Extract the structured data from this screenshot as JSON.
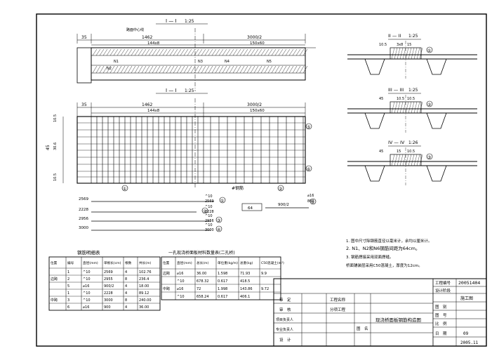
{
  "main_plan": {
    "section_label": "I — I",
    "scale": "1:25",
    "dim_left": "35",
    "dim_mid": "1462",
    "dim_144": "144x8",
    "dim_right": "3000/2",
    "dim_150": "150x60",
    "label_left_top": "路面中心线",
    "bar_n1": "N1",
    "bar_n2": "N2",
    "bar_n3": "N3",
    "bar_n4": "N4",
    "bar_n5": "N5"
  },
  "rebar_plan": {
    "section_label": "I — I",
    "scale": "1:25",
    "dim_left": "35",
    "dim_mid": "1462",
    "dim_144": "144x8",
    "dim_right": "3000/2",
    "dim_150": "150x60",
    "left_dims": [
      "10.5",
      "30.6",
      "45",
      "10.5"
    ],
    "callouts": [
      "①",
      "②",
      "⑤",
      "⑥"
    ],
    "bar_label": "#钢筋"
  },
  "bar_details": {
    "rows": [
      {
        "len": "2569",
        "dia": "^10",
        "num": "2569",
        "mark": "①"
      },
      {
        "len": "2228",
        "dia": "^10",
        "num": "2228",
        "mark": "②"
      },
      {
        "len": "2956",
        "dia": "^10",
        "num": "2956",
        "mark": "③"
      },
      {
        "len": "3000",
        "dia": "^10",
        "num": "3000",
        "mark": "④"
      }
    ],
    "n5_dim": "64",
    "n6_dia": "⌀16",
    "n6_len": "800",
    "n6_top": "900/2",
    "n6_mark": "⑥"
  },
  "sections": [
    {
      "label": "II — II",
      "scale": "1:25",
      "dims": [
        "10.5",
        "3x8",
        "15"
      ],
      "mark": "①"
    },
    {
      "label": "III — III",
      "scale": "1:25",
      "dims": [
        "45",
        "10.5",
        "10.5"
      ],
      "mark": "②"
    },
    {
      "label": "IV — IV",
      "scale": "1:26",
      "dims": [
        "45",
        "15",
        "10.5"
      ],
      "mark": "③"
    }
  ],
  "notes": {
    "lines": [
      "1. 图中尺寸除钢筋直径以毫米计，余均以厘米计。",
      "2. N1、N2和N6钢筋间距为64cm。",
      "3. 钢筋焊接采用双面焊缝。",
      "  桥面铺装层采用C50混凝土，厚度为12cm。"
    ]
  },
  "bar_table": {
    "title": "钢筋明细表",
    "headers": [
      "位置",
      "编号",
      "直径(mm)",
      "单根长(cm)",
      "根数",
      "共长(m)"
    ],
    "rows": [
      [
        "",
        "1",
        "^10",
        "2569",
        "4",
        "102.76"
      ],
      [
        "边跨",
        "2",
        "^10",
        "2955",
        "8",
        "236.4"
      ],
      [
        "",
        "5",
        "⌀16",
        "900/2",
        "4",
        "18.00"
      ],
      [
        "",
        "1",
        "^10",
        "2228",
        "4",
        "89.12"
      ],
      [
        "中跨",
        "3",
        "^10",
        "3000",
        "8",
        "240.00"
      ],
      [
        "",
        "6",
        "⌀16",
        "900",
        "4",
        "36.00"
      ]
    ]
  },
  "qty_table": {
    "title": "一孔现浇桥面板材料数量表(二孔桥)",
    "headers": [
      "位置",
      "直径(mm)",
      "总长(m)",
      "单位重(kg/m)",
      "总重(kg)",
      "C50混凝土(m³)"
    ],
    "rows": [
      [
        "边跨",
        "⌀16",
        "36.00",
        "1.598",
        "71.93",
        "9.9"
      ],
      [
        "",
        "^10",
        "678.32",
        "0.617",
        "418.5",
        ""
      ],
      [
        "中跨",
        "⌀16",
        "72",
        "1.998",
        "143.86",
        "9.72"
      ],
      [
        "",
        "^10",
        "658.24",
        "0.617",
        "406.1",
        ""
      ]
    ]
  },
  "title_block": {
    "design_no_label": "工程编号",
    "design_no": "20051404",
    "labels_left": [
      "审　定",
      "审　核",
      "项目负责人",
      "专业负责人",
      "设　计"
    ],
    "labels_mid": [
      "工程名称",
      "分项工程"
    ],
    "drawing_label": "图　名",
    "drawing_title": "现浇桥面板钢筋构造图",
    "right_labels": [
      "设计阶段",
      "图　别",
      "图　号",
      "比　例",
      "日　期"
    ],
    "right_values": [
      "施工图",
      "",
      "",
      "",
      "2005.11"
    ],
    "stage": "设计阶段",
    "sheet": "09",
    "date": "2005.11"
  }
}
